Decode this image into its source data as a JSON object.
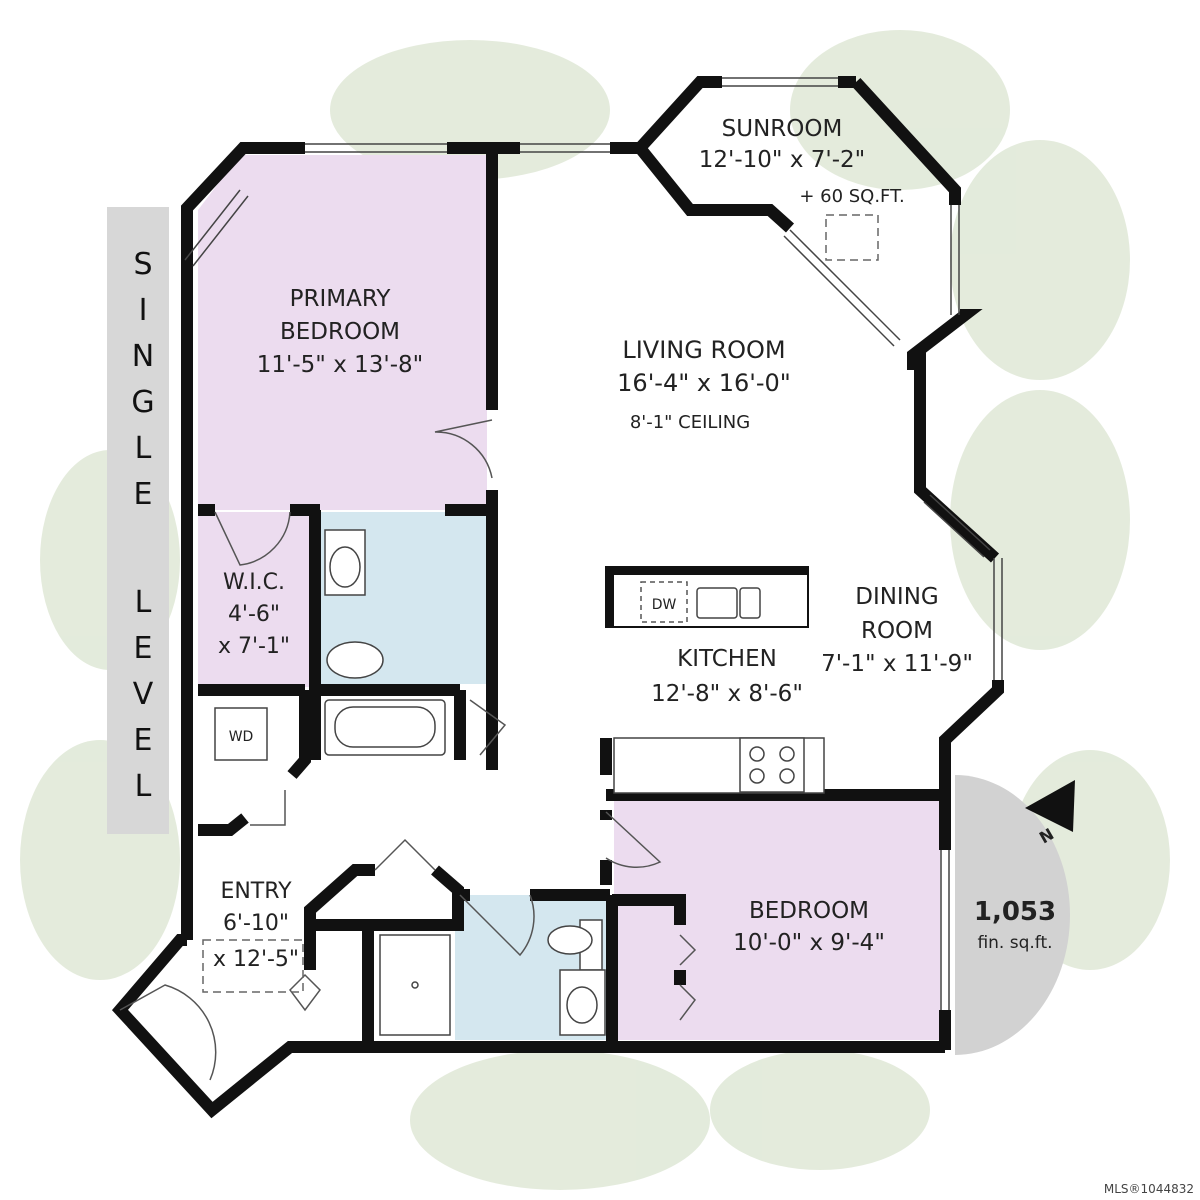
{
  "level_label": [
    "S",
    "I",
    "N",
    "G",
    "L",
    "E",
    "L",
    "E",
    "V",
    "E",
    "L"
  ],
  "rooms": {
    "sunroom": {
      "name": "SUNROOM",
      "dims": "12'-10\" x 7'-2\"",
      "note": "+ 60 SQ.FT."
    },
    "primary_bedroom": {
      "name_line1": "PRIMARY",
      "name_line2": "BEDROOM",
      "dims": "11'-5\" x 13'-8\""
    },
    "living_room": {
      "name": "LIVING ROOM",
      "dims": "16'-4\" x 16'-0\"",
      "note": "8'-1\" CEILING"
    },
    "wic": {
      "name": "W.I.C.",
      "dims_line1": "4'-6\"",
      "dims_line2": "x 7'-1\""
    },
    "dining_room": {
      "name_line1": "DINING",
      "name_line2": "ROOM",
      "dims": "7'-1\" x 11'-9\""
    },
    "kitchen": {
      "name": "KITCHEN",
      "dims": "12'-8\" x 8'-6\""
    },
    "entry": {
      "name": "ENTRY",
      "dims_line1": "6'-10\"",
      "dims_line2": "x 12'-5\""
    },
    "bedroom": {
      "name": "BEDROOM",
      "dims": "10'-0\" x 9'-4\""
    }
  },
  "fixtures": {
    "dishwasher": "DW",
    "washer_dryer": "WD"
  },
  "area": {
    "value": "1,053",
    "unit": "fin. sq.ft."
  },
  "compass": {
    "letter": "N"
  },
  "mls": "MLS®1044832",
  "colors": {
    "wall": "#111111",
    "bedroom_fill": "#ecdcef",
    "bath_fill": "#d4e7ef",
    "greenery": "#dfe8d6",
    "level_band": "#d7d7d7",
    "area_circle": "#d2d2d2"
  }
}
